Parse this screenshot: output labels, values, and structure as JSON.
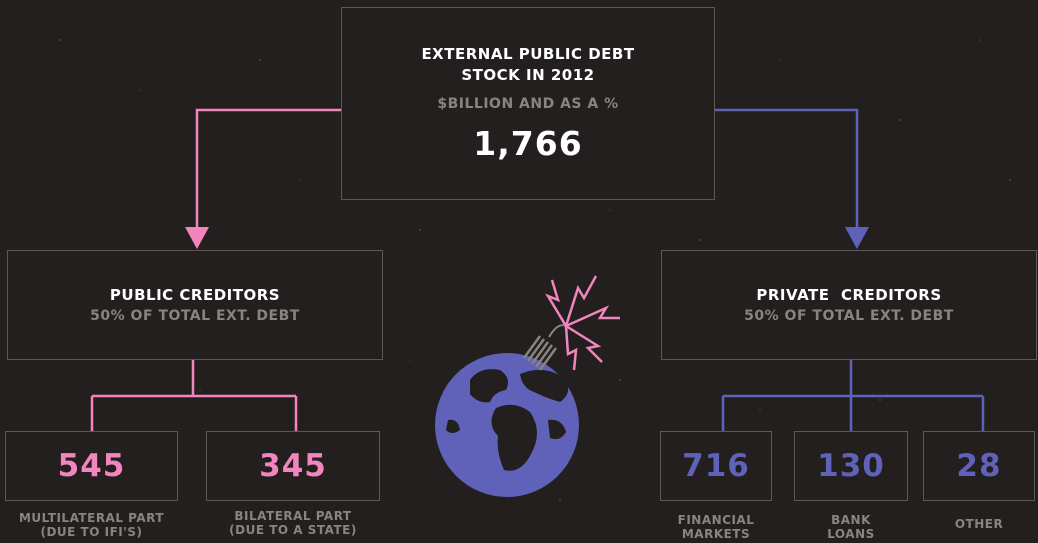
{
  "colors": {
    "background": "#231f1e",
    "public": "#f285bd",
    "private": "#5f62b8",
    "border": "#5e5855",
    "muted": "#8a8480"
  },
  "root": {
    "title_line1": "EXTERNAL PUBLIC DEBT",
    "title_line2": "STOCK IN 2012",
    "subtitle": "$BILLION AND AS A %",
    "total": "1,766"
  },
  "public": {
    "title": "PUBLIC CREDITORS",
    "share": "50% OF TOTAL EXT. DEBT",
    "items": [
      {
        "value": "545",
        "label": "MULTILATERAL PART\n(DUE TO IFI'S)"
      },
      {
        "value": "345",
        "label": "BILATERAL PART\n(DUE TO A STATE)"
      }
    ]
  },
  "private": {
    "title": "PRIVATE  CREDITORS",
    "share": "50% OF TOTAL EXT. DEBT",
    "items": [
      {
        "value": "716",
        "label": "FINANCIAL\nMARKETS"
      },
      {
        "value": "130",
        "label": "BANK\nLOANS"
      },
      {
        "value": "28",
        "label": "OTHER"
      }
    ]
  },
  "illustration": {
    "icon": "bomb-globe-icon"
  }
}
